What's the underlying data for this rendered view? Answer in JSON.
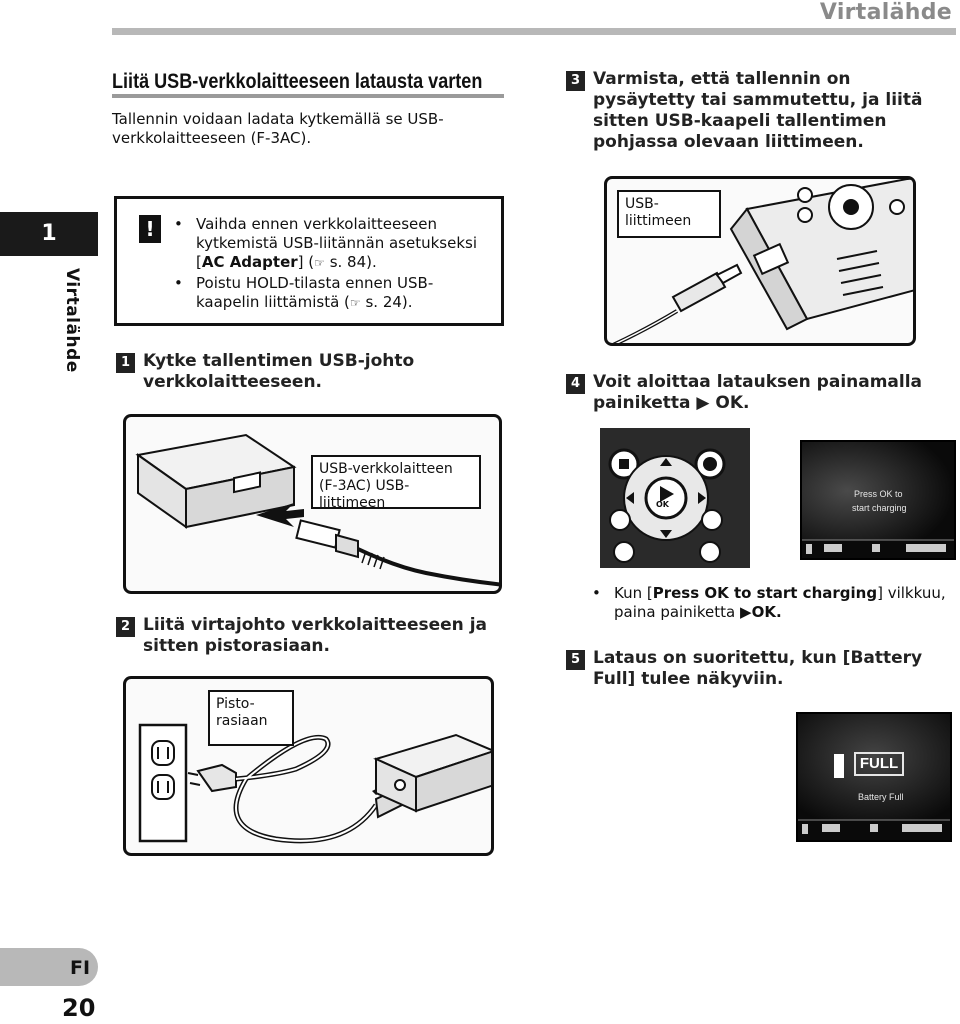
{
  "header": {
    "title": "Virtalähde"
  },
  "side_tab": {
    "number": "1",
    "label": "Virtalähde"
  },
  "section": {
    "heading": "Liitä USB-verkkolaitteeseen latausta varten",
    "intro": "Tallennin voidaan ladata kytkemällä se USB-verkkolaitteeseen (F-3AC)."
  },
  "warning": {
    "icon": "exclamation-icon",
    "icon_glyph": "!",
    "bullets": [
      {
        "text": "Vaihda ennen verkkolaitteeseen kytkemistä USB-liitännän asetukseksi [",
        "bold": "AC Adapter",
        "after": "] (",
        "ref": "s. 84)."
      },
      {
        "text": "Poistu HOLD-tilasta ennen USB-kaapelin liittämistä (",
        "ref": "s. 24)."
      }
    ]
  },
  "steps": [
    {
      "num": "1",
      "text": "Kytke tallentimen USB-johto verkkolaitteeseen."
    },
    {
      "num": "2",
      "text": "Liitä virtajohto verkkolaitteeseen ja sitten pistorasiaan."
    },
    {
      "num": "3",
      "text": "Varmista, että tallennin on pysäytetty tai sammutettu, ja liitä sitten USB-kaapeli tallentimen pohjassa olevaan liittimeen."
    },
    {
      "num": "4",
      "text_before": "Voit aloittaa latauksen painamalla painiketta ",
      "glyph": "▶",
      "text_after": " OK."
    },
    {
      "num": "5",
      "text_before": "Lataus on suoritettu, kun [",
      "bold": "Battery Full",
      "text_after": "] tulee näkyviin."
    }
  ],
  "callouts": {
    "usb": "USB-liittimeen",
    "adapter": "USB-verkkolaitteen (F-3AC) USB-liittimeen",
    "outlet": "Pisto-rasiaan"
  },
  "note": {
    "before": "Kun [",
    "bold": "Press OK to start charging",
    "middle": "] vilkkuu, paina painiketta ",
    "glyph": "▶",
    "after": "OK."
  },
  "screens": {
    "charge_line1": "Press OK to",
    "charge_line2": "start charging",
    "full_badge": "FULL",
    "full_caption": "Battery Full",
    "ok_label": "OK"
  },
  "footer": {
    "lang": "FI",
    "page": "20"
  },
  "colors": {
    "header_grey": "#8a8a8a",
    "rule_grey": "#b8b8b8",
    "tab_black": "#1a1a1a"
  }
}
